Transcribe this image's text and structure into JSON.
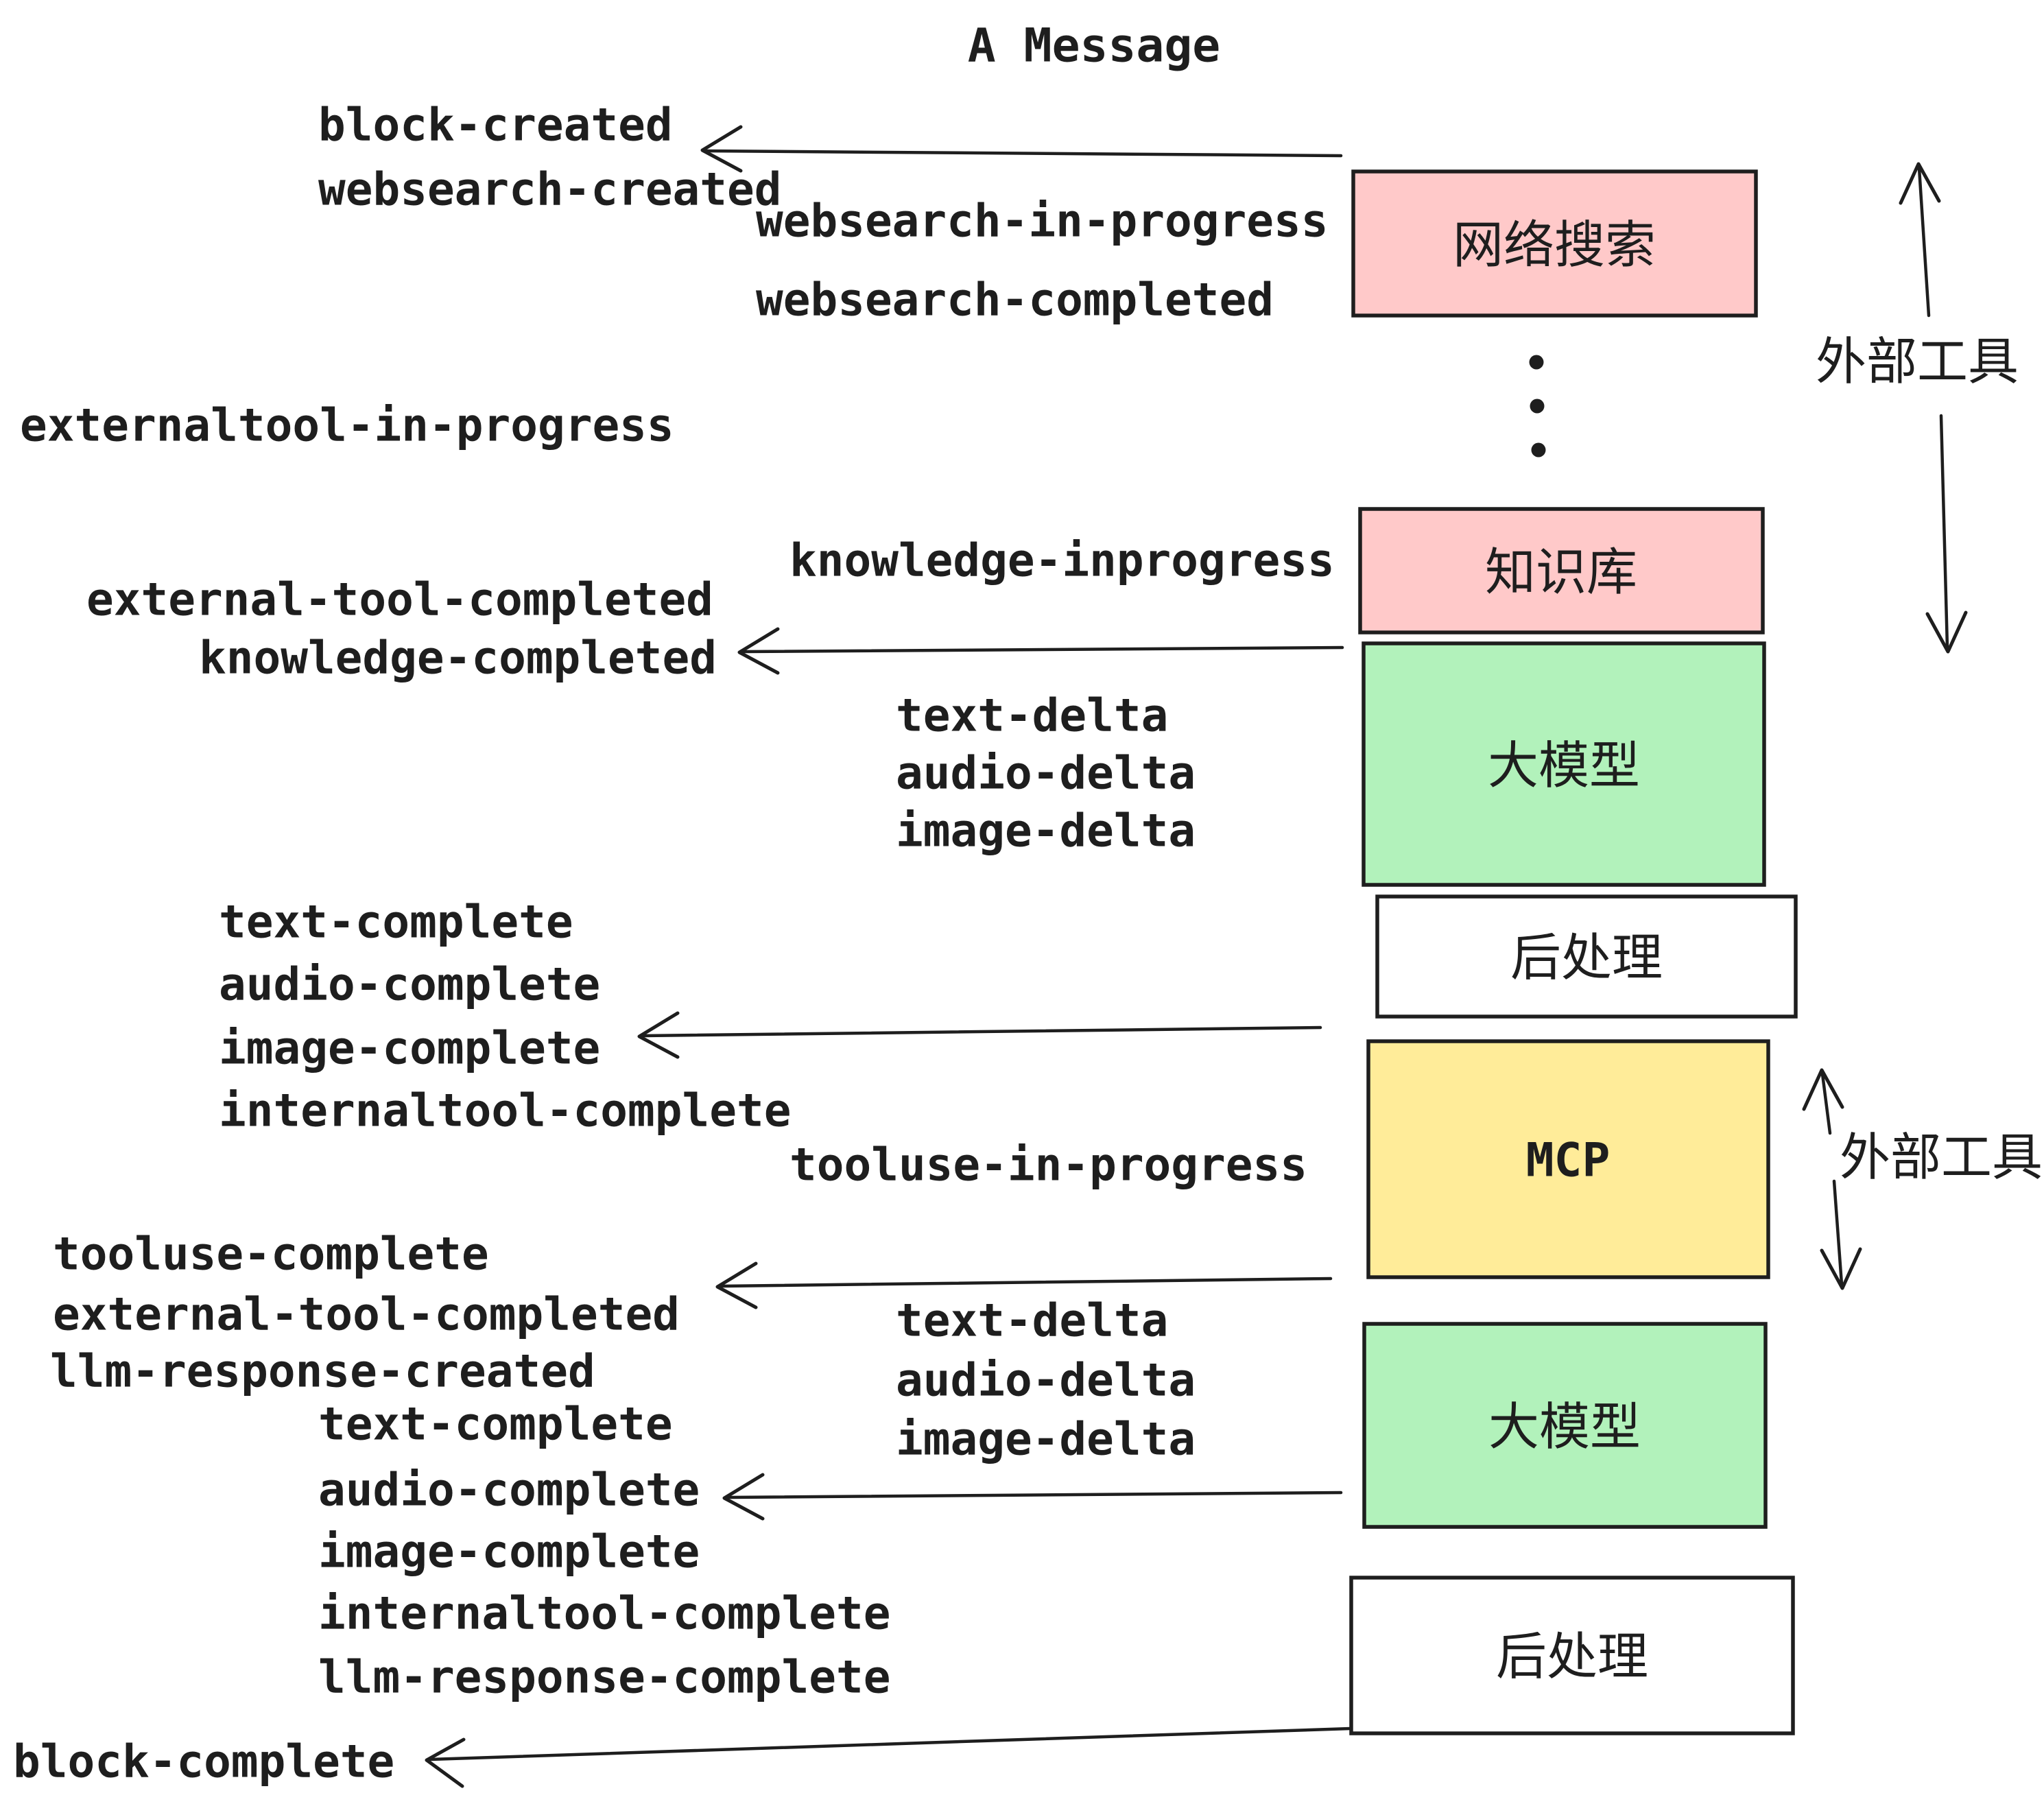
{
  "title": "A Message",
  "colors": {
    "ink": "#1e1e1e",
    "pink_box_fill": "#ffc9c9",
    "green_box_fill": "#b2f2bb",
    "yellow_box_fill": "#ffec99",
    "white_box_fill": "#ffffff"
  },
  "boxes": {
    "websearch": {
      "label": "网络搜索"
    },
    "knowledge": {
      "label": "知识库"
    },
    "llm1": {
      "label": "大模型"
    },
    "post1": {
      "label": "后处理"
    },
    "mcp": {
      "label": "MCP"
    },
    "llm2": {
      "label": "大模型"
    },
    "post2": {
      "label": "后处理"
    }
  },
  "side_labels": {
    "external_tools_top": "外部工具",
    "external_tools_bottom": "外部工具"
  },
  "events": [
    "block-created",
    "websearch-created",
    "websearch-in-progress",
    "websearch-completed",
    "externaltool-in-progress",
    "knowledge-inprogress",
    "external-tool-completed",
    "knowledge-completed",
    "text-delta",
    "audio-delta",
    "image-delta",
    "text-complete",
    "audio-complete",
    "image-complete",
    "internaltool-complete",
    "tooluse-in-progress",
    "tooluse-complete",
    "external-tool-completed",
    "llm-response-created",
    "text-complete",
    "audio-complete",
    "image-complete",
    "internaltool-complete",
    "llm-response-complete",
    "text-delta",
    "audio-delta",
    "image-delta",
    "block-complete"
  ]
}
